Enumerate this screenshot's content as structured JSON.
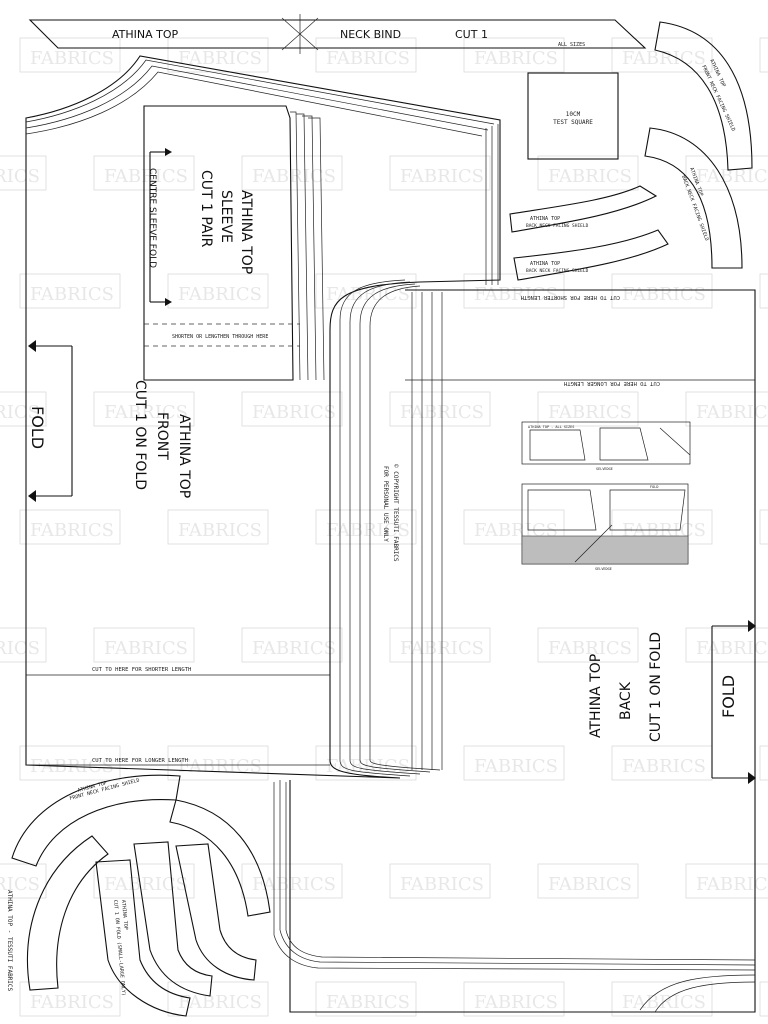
{
  "neck_bind": {
    "title": "ATHINA TOP",
    "piece": "NECK BIND",
    "cut": "CUT 1",
    "sizes": "ALL SIZES"
  },
  "test_square": {
    "line1": "10CM",
    "line2": "TEST SQUARE"
  },
  "sleeve": {
    "title": "ATHINA TOP",
    "piece": "SLEEVE",
    "cut": "CUT 1 PAIR",
    "grain": "CENTRE SLEEVE FOLD",
    "note": "SHORTEN OR LENGTHEN THROUGH HERE"
  },
  "front": {
    "title": "ATHINA TOP",
    "piece": "FRONT",
    "cut": "CUT 1 ON FOLD",
    "fold": "FOLD",
    "cut_shorter": "CUT TO HERE FOR SHORTER LENGTH",
    "cut_longer": "CUT TO HERE FOR LONGER LENGTH"
  },
  "back": {
    "title": "ATHINA TOP",
    "piece": "BACK",
    "cut": "CUT 1 ON FOLD",
    "fold": "FOLD",
    "cut_shorter": "CUT TO HERE FOR SHORTER LENGTH",
    "cut_longer": "CUT TO HERE FOR LONGER LENGTH"
  },
  "copyright": {
    "line1": "© COPYRIGHT TESSUTI FABRICS",
    "line2": "FOR PERSONAL USE ONLY"
  },
  "back_shield": {
    "title": "ATHINA TOP",
    "piece": "BACK NECK FACING SHIELD",
    "cut": "CUT 1 ON FOLD (SMALL-LARGE ONLY)"
  },
  "front_shield": {
    "title": "ATHINA TOP",
    "piece": "FRONT NECK FACING SHIELD",
    "cut": "CUT 1 ON FOLD"
  },
  "layout": {
    "label1": "ATHINA TOP - ALL SIZES",
    "label2": "SELVEDGE",
    "label3": "FOLD",
    "label4": "SELVEDGE"
  },
  "watermark": "FABRICS",
  "footer": "ATHINA TOP - TESSUTI FABRICS"
}
